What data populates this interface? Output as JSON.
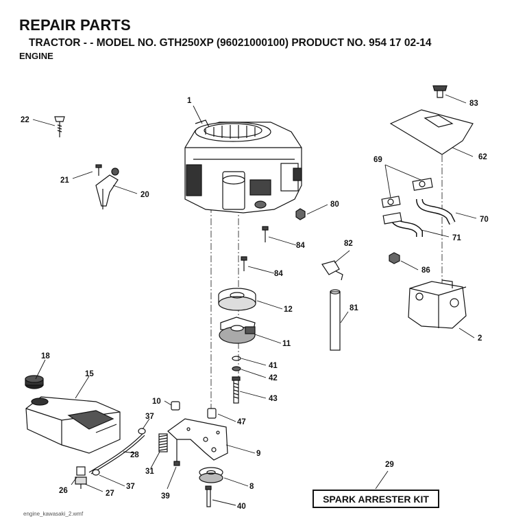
{
  "header": {
    "title": "REPAIR PARTS",
    "subtitle": "TRACTOR - - MODEL NO. GTH250XP (96021000100) PRODUCT NO. 954 17 02-14",
    "section": "ENGINE"
  },
  "callouts": {
    "p1": "1",
    "p2": "2",
    "p8": "8",
    "p9": "9",
    "p10": "10",
    "p11": "11",
    "p12": "12",
    "p15": "15",
    "p18": "18",
    "p20": "20",
    "p21": "21",
    "p22": "22",
    "p26": "26",
    "p27": "27",
    "p28": "28",
    "p29": "29",
    "p31": "31",
    "p37a": "37",
    "p37b": "37",
    "p39": "39",
    "p40": "40",
    "p41": "41",
    "p42": "42",
    "p43": "43",
    "p47": "47",
    "p62": "62",
    "p69": "69",
    "p70": "70",
    "p71": "71",
    "p80": "80",
    "p81": "81",
    "p82": "82",
    "p83": "83",
    "p84a": "84",
    "p84b": "84",
    "p86": "86"
  },
  "kit_label": "SPARK ARRESTER KIT",
  "footer_note": "engine_kawasaki_2.wmf"
}
